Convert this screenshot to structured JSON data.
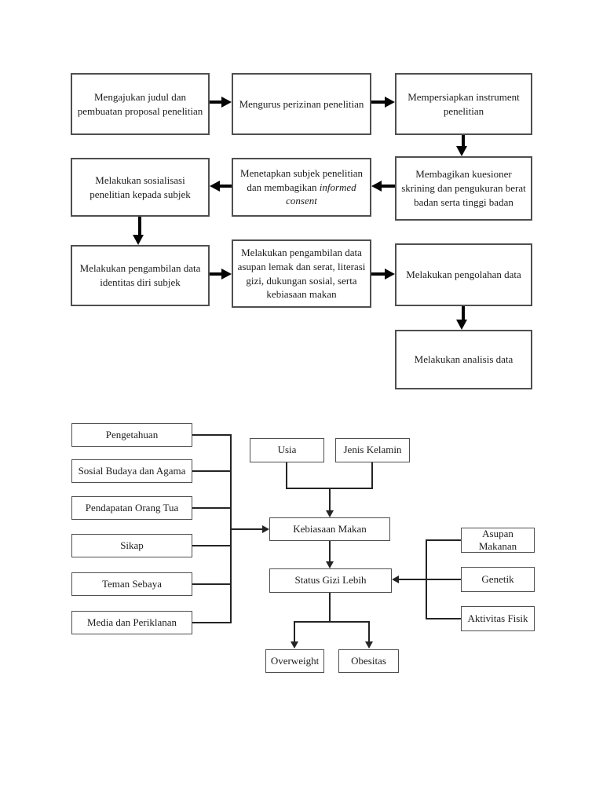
{
  "flowchart": {
    "boxes": [
      {
        "label": "Mengajukan judul dan pembuatan proposal penelitian"
      },
      {
        "label": "Mengurus perizinan penelitian"
      },
      {
        "label": "Mempersiapkan instrument penelitian"
      },
      {
        "label": "Membagikan kuesioner skrining dan pengukuran berat badan serta tinggi badan"
      },
      {
        "label": "Menetapkan subjek penelitian dan membagikan",
        "label_italic": "informed consent"
      },
      {
        "label": "Melakukan sosialisasi penelitian kepada subjek"
      },
      {
        "label": "Melakukan pengambilan data identitas diri subjek"
      },
      {
        "label": "Melakukan pengambilan data asupan lemak dan serat, literasi gizi, dukungan sosial, serta kebiasaan makan"
      },
      {
        "label": "Melakukan pengolahan data"
      },
      {
        "label": "Melakukan analisis data"
      }
    ]
  },
  "framework": {
    "left_factors": [
      "Pengetahuan",
      "Sosial Budaya dan Agama",
      "Pendapatan Orang Tua",
      "Sikap",
      "Teman Sebaya",
      "Media dan Periklanan"
    ],
    "top_factors": [
      "Usia",
      "Jenis Kelamin"
    ],
    "center_nodes": [
      "Kebiasaan Makan",
      "Status Gizi Lebih"
    ],
    "right_factors": [
      "Asupan Makanan",
      "Genetik",
      "Aktivitas Fisik"
    ],
    "outcomes": [
      "Overweight",
      "Obesitas"
    ]
  },
  "colors": {
    "background": "#ffffff",
    "box_border": "#4f4f4f",
    "thin_line": "#242424",
    "thick_arrow": "#050505",
    "text": "#1b1b1b"
  }
}
